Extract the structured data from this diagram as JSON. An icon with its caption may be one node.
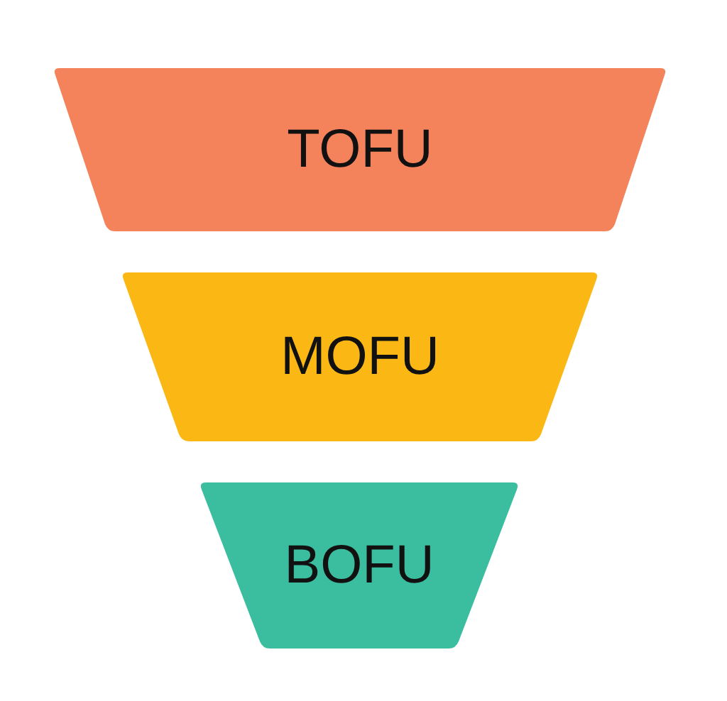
{
  "diagram": {
    "nodes": [
      {
        "text": [
          "TOFU"
        ]
      },
      {
        "text": [
          "MOFU"
        ]
      },
      {
        "text": [
          "BOFU"
        ]
      }
    ]
  }
}
